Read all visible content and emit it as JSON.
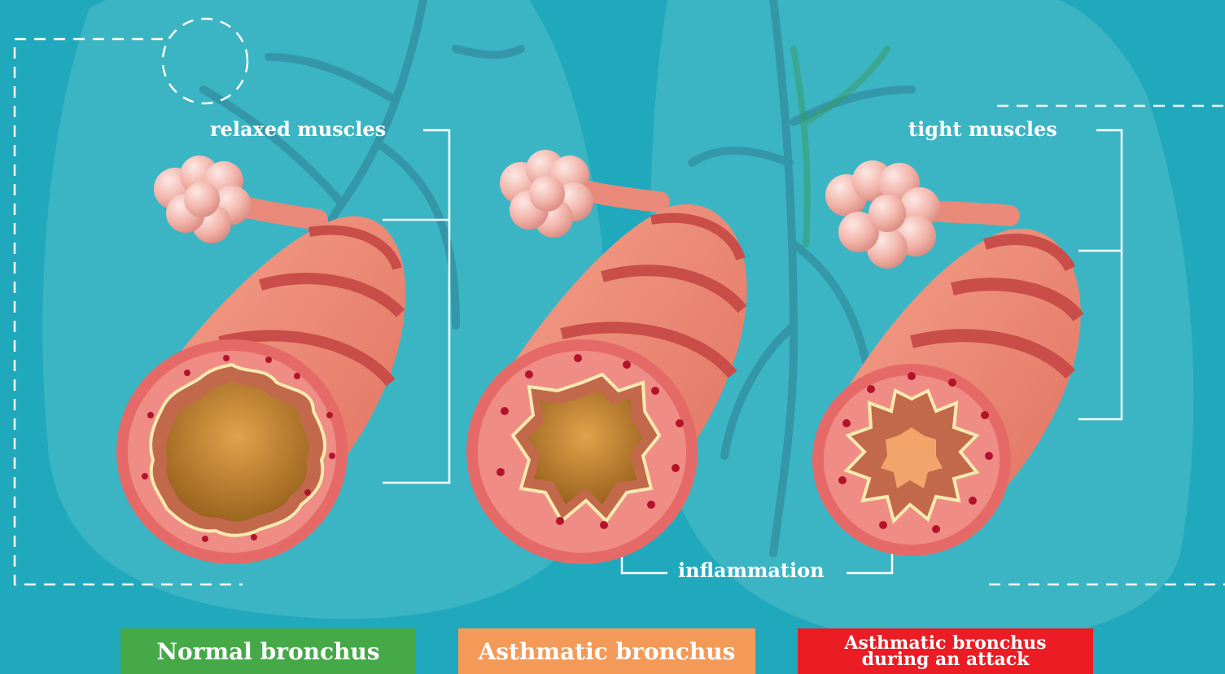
{
  "labels": {
    "relaxed": "relaxed muscles",
    "tight": "tight muscles",
    "inflammation": "inflammation"
  },
  "boxes": {
    "normal": "Normal bronchus",
    "asthmatic": "Asthmatic bronchus",
    "attack_line1": "Asthmatic bronchus",
    "attack_line2": "during an attack"
  },
  "colors": {
    "background": "#20a9bc",
    "normal_box": "#45a948",
    "asthmatic_box": "#f49a58",
    "attack_box": "#ec1c24"
  }
}
